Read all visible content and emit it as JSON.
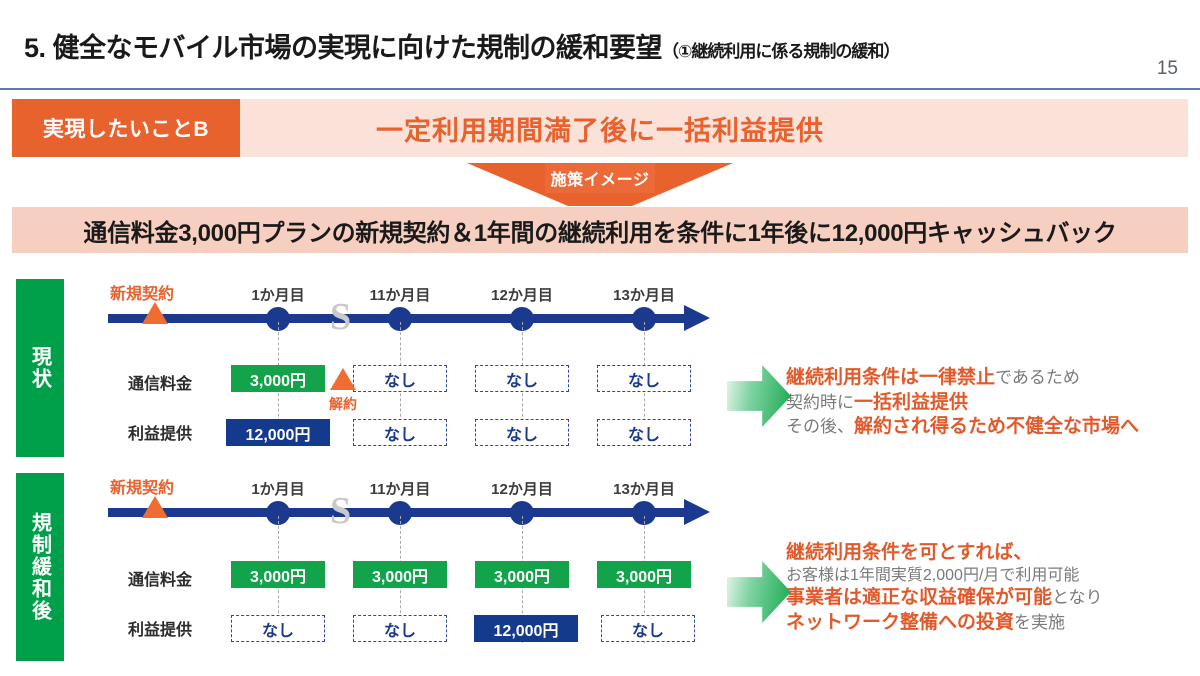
{
  "header": {
    "title_main": "5. 健全なモバイル市場の実現に向けた規制の緩和要望",
    "title_sub": "（①継続利用に係る規制の緩和）",
    "page_number": "15"
  },
  "banner": {
    "tag": "実現したいことB",
    "headline": "一定利用期間満了後に一括利益提供",
    "arrow_label": "施策イメージ",
    "condition": "通信料金3,000円プランの新規契約＆1年間の継続利用を条件に1年後に12,000円キャッシュバック"
  },
  "colors": {
    "orange": "#E8622E",
    "banner_bg": "#FBE2D9",
    "condition_bg": "#F6CFC1",
    "green": "#00A04A",
    "cell_green": "#13A34A",
    "navy": "#143A8E",
    "axis_navy": "#1B3A8F"
  },
  "timeline": {
    "new_contract_label": "新規契約",
    "months": [
      "1か月目",
      "11か月目",
      "12か月目",
      "13か月目"
    ],
    "break_symbol": "S"
  },
  "rows": {
    "fee_label": "通信料金",
    "benefit_label": "利益提供"
  },
  "sections": [
    {
      "tab": "現状",
      "fees": [
        "3,000円",
        "なし",
        "なし",
        "なし"
      ],
      "fee_styles": [
        "green",
        "none",
        "none",
        "none"
      ],
      "benefits": [
        "12,000円",
        "なし",
        "なし",
        "なし"
      ],
      "benefit_styles": [
        "navy",
        "none",
        "none",
        "none"
      ],
      "cancel_label": "解約",
      "note": [
        {
          "bold": "継続利用条件は一律禁止",
          "plain": "であるため"
        },
        {
          "plain_pre": "契約時に",
          "bold": "一括利益提供"
        },
        {
          "plain_pre": "その後、",
          "bold": "解約され得るため不健全な市場へ"
        }
      ]
    },
    {
      "tab": "規制緩和後",
      "fees": [
        "3,000円",
        "3,000円",
        "3,000円",
        "3,000円"
      ],
      "fee_styles": [
        "green",
        "green",
        "green",
        "green"
      ],
      "benefits": [
        "なし",
        "なし",
        "12,000円",
        "なし"
      ],
      "benefit_styles": [
        "none",
        "none",
        "navy",
        "none"
      ],
      "note": [
        {
          "bold": "継続利用条件を可とすれば、"
        },
        {
          "plain": "お客様は1年間実質2,000円/月で利用可能"
        },
        {
          "bold": "事業者は適正な収益確保が可能",
          "plain": "となり"
        },
        {
          "bold": "ネットワーク整備への投資",
          "plain": "を実施"
        }
      ]
    }
  ]
}
